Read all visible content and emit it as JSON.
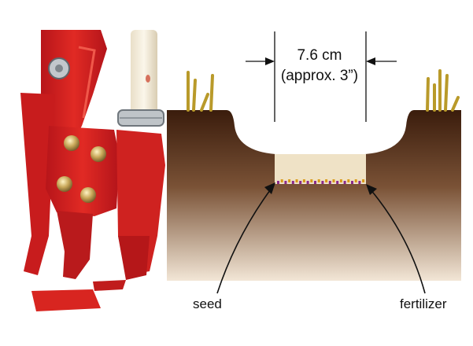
{
  "dimension": {
    "metric": "7.6 cm",
    "imperial": "(approx. 3”)"
  },
  "labels": {
    "seed": "seed",
    "fertilizer": "fertilizer"
  },
  "colors": {
    "implement_red": "#d8231f",
    "soil_top": "#3a1c0c",
    "soil_bottom": "#f2e6d6",
    "trench_fill": "#efe2c6",
    "seed_mark": "#8a2a8c",
    "fertilizer_mark": "#d99a1a",
    "stubble": "#b99a2a"
  }
}
